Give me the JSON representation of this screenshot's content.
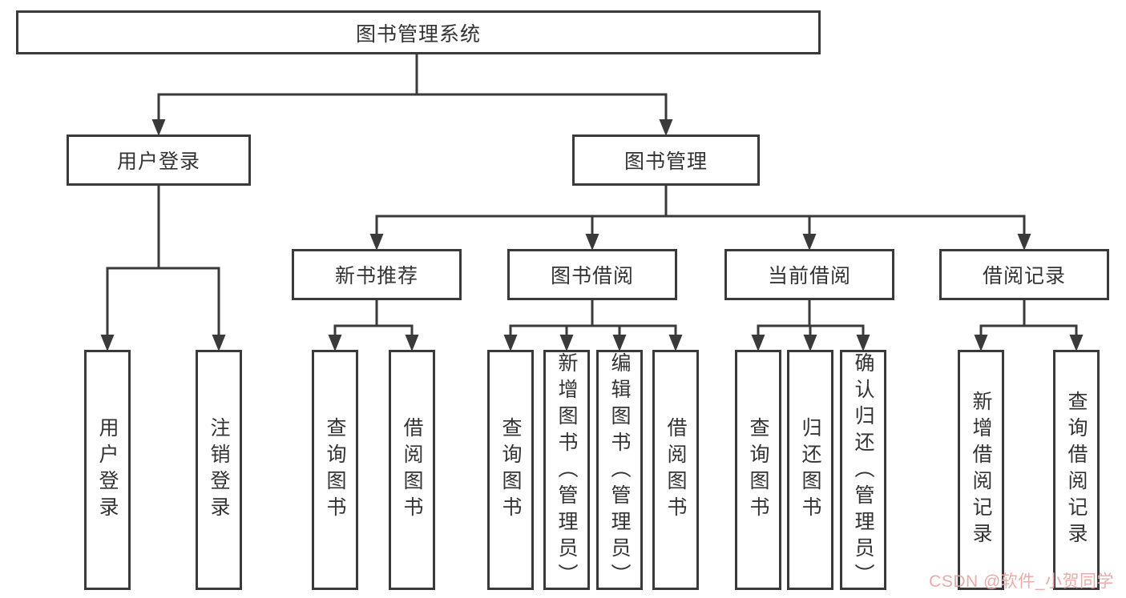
{
  "colors": {
    "line": "#3a3a3a",
    "text": "#333333",
    "background": "#ffffff",
    "watermark": "#e8a8a4"
  },
  "watermark": {
    "text": "CSDN @软件_小贺同学"
  },
  "tree": {
    "root": {
      "label": "图书管理系统"
    },
    "branches": [
      {
        "label": "用户登录",
        "children": [
          {
            "label": "用户登录"
          },
          {
            "label": "注销登录"
          }
        ]
      },
      {
        "label": "图书管理",
        "children": [
          {
            "label": "新书推荐",
            "children": [
              {
                "label": "查询图书"
              },
              {
                "label": "借阅图书"
              }
            ]
          },
          {
            "label": "图书借阅",
            "children": [
              {
                "label": "查询图书"
              },
              {
                "label": "新增图书（管理员）"
              },
              {
                "label": "编辑图书（管理员）"
              },
              {
                "label": "借阅图书"
              }
            ]
          },
          {
            "label": "当前借阅",
            "children": [
              {
                "label": "查询图书"
              },
              {
                "label": "归还图书"
              },
              {
                "label": "确认归还（管理员）"
              }
            ]
          },
          {
            "label": "借阅记录",
            "children": [
              {
                "label": "新增借阅记录"
              },
              {
                "label": "查询借阅记录"
              }
            ]
          }
        ]
      }
    ]
  }
}
